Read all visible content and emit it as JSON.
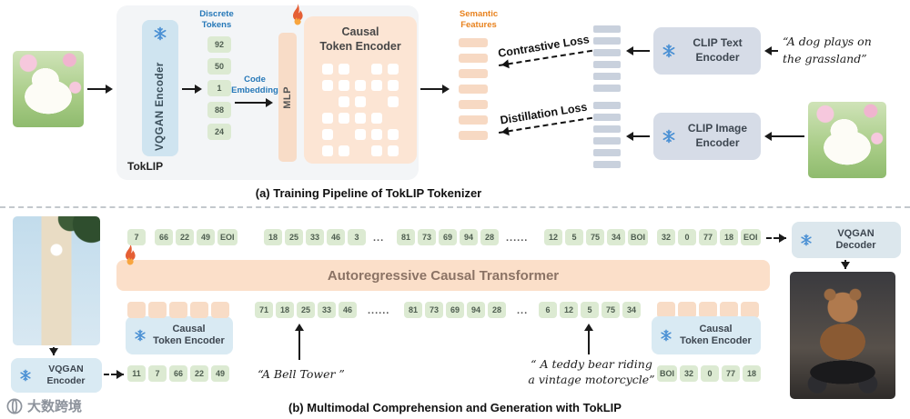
{
  "colors": {
    "peach_box": "#fce5d4",
    "peach_bar": "#f7d9c3",
    "green_token": "#dcead2",
    "light_blue_box": "#d9eaf3",
    "vqgan_blue_box": "#cfe4f0",
    "gray_blue_box": "#d6dce7",
    "gray_bar": "#c9d1dd",
    "blue_text": "#2678b8",
    "orange_text": "#e8821e",
    "snowflake_blue": "#4a90d4",
    "fire_orange": "#e55f35",
    "transformer_text": "#8b7365"
  },
  "part_a": {
    "caption": "(a) Training Pipeline of TokLIP Tokenizer",
    "panel_label": "TokLIP",
    "vqgan_encoder_label": "VQGAN Encoder",
    "discrete_tokens_label": "Discrete Tokens",
    "discrete_tokens": [
      "92",
      "50",
      "1",
      "88",
      "24"
    ],
    "code_embedding_label": "Code Embedding",
    "mlp_label": "MLP",
    "causal_encoder_line1": "Causal",
    "causal_encoder_line2": "Token Encoder",
    "semantic_features_label": "Semantic Features",
    "contrastive_loss_label": "Contrastive Loss",
    "distillation_loss_label": "Distillation Loss",
    "clip_text_line1": "CLIP Text",
    "clip_text_line2": "Encoder",
    "clip_image_line1": "CLIP Image",
    "clip_image_line2": "Encoder",
    "prompt_line1": "“A dog plays on",
    "prompt_line2": "the grassland”"
  },
  "part_b": {
    "caption": "(b) Multimodal Comprehension and Generation with TokLIP",
    "transformer_label": "Autoregressive Causal Transformer",
    "vqgan_encoder_line1": "VQGAN",
    "vqgan_encoder_line2": "Encoder",
    "vqgan_decoder_line1": "VQGAN",
    "vqgan_decoder_line2": "Decoder",
    "causal_left_line1": "Causal",
    "causal_left_line2": "Token Encoder",
    "causal_right_line1": "Causal",
    "causal_right_line2": "Token Encoder",
    "top_tokens_g1": [
      "7"
    ],
    "top_tokens_g2": [
      "66",
      "22",
      "49",
      "EOI"
    ],
    "top_tokens_g3": [
      "18",
      "25",
      "33",
      "46",
      "3"
    ],
    "top_ellipsis_1": "...",
    "top_tokens_g4": [
      "81",
      "73",
      "69",
      "94",
      "28"
    ],
    "top_ellipsis_2": "......",
    "top_tokens_g5": [
      "12",
      "5",
      "75",
      "34",
      "BOI"
    ],
    "top_tokens_g6": [
      "32",
      "0",
      "77",
      "18",
      "EOI"
    ],
    "bottom_tokens_g1": [
      "71",
      "18",
      "25",
      "33",
      "46"
    ],
    "bottom_ellipsis_1": "......",
    "bottom_tokens_g2": [
      "81",
      "73",
      "69",
      "94",
      "28"
    ],
    "bottom_ellipsis_2": "...",
    "bottom_tokens_g3": [
      "6",
      "12",
      "5",
      "75",
      "34"
    ],
    "image_tokens_left": [
      "11",
      "7",
      "66",
      "22",
      "49"
    ],
    "image_tokens_right": [
      "BOI",
      "32",
      "0",
      "77",
      "18"
    ],
    "bell_tower_prompt": "“A Bell Tower ”",
    "teddy_prompt_line1": "“ A teddy bear riding",
    "teddy_prompt_line2": "a vintage motorcycle”"
  },
  "watermark": "大数跨境"
}
